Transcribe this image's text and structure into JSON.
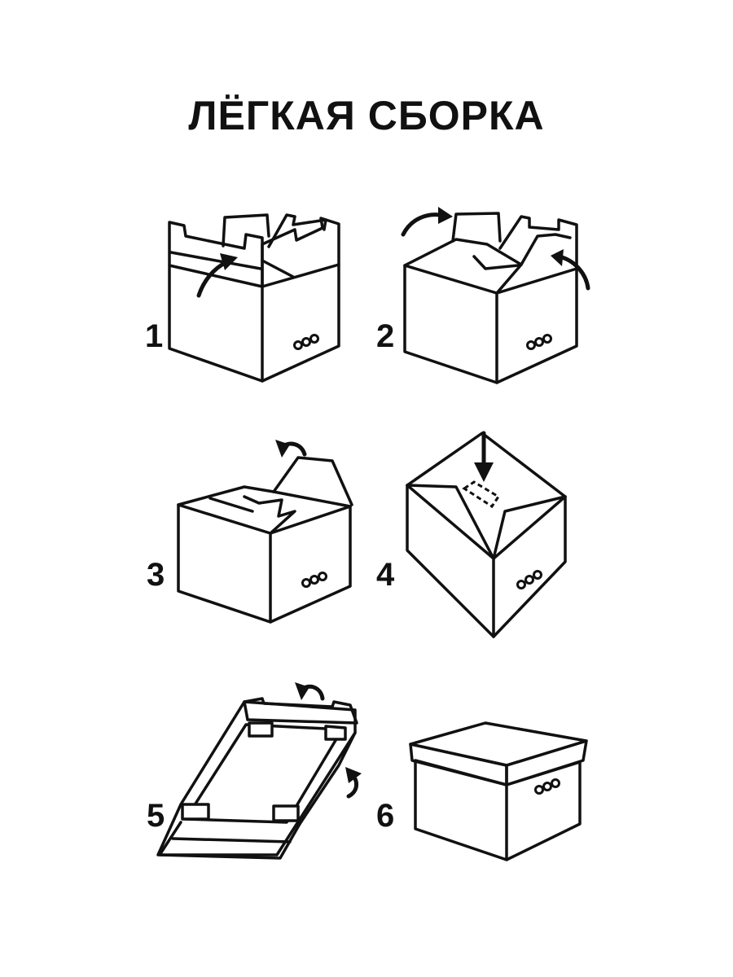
{
  "title": "ЛЁГКАЯ СБОРКА",
  "steps": [
    {
      "number": "1",
      "icon": "box-open-flaps-folding-icon"
    },
    {
      "number": "2",
      "icon": "box-side-flaps-folding-icon"
    },
    {
      "number": "3",
      "icon": "box-lid-flap-folding-icon"
    },
    {
      "number": "4",
      "icon": "box-tab-locking-icon"
    },
    {
      "number": "5",
      "icon": "lid-assembly-icon"
    },
    {
      "number": "6",
      "icon": "assembled-box-with-lid-icon"
    }
  ]
}
